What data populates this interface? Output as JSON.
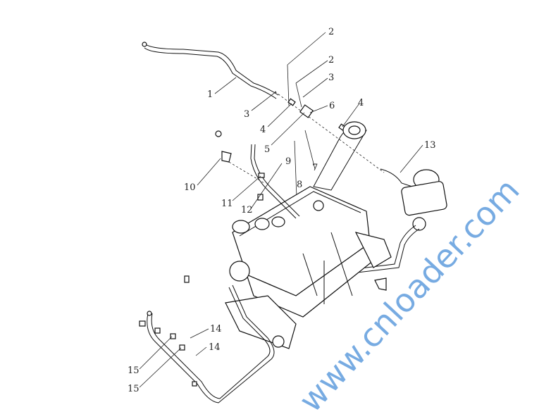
{
  "diagram": {
    "callouts": [
      {
        "id": "1",
        "text": "1"
      },
      {
        "id": "2a",
        "text": "2"
      },
      {
        "id": "2b",
        "text": "2"
      },
      {
        "id": "3a",
        "text": "3"
      },
      {
        "id": "3b",
        "text": "3"
      },
      {
        "id": "4a",
        "text": "4"
      },
      {
        "id": "4b",
        "text": "4"
      },
      {
        "id": "5",
        "text": "5"
      },
      {
        "id": "6",
        "text": "6"
      },
      {
        "id": "7",
        "text": "7"
      },
      {
        "id": "8",
        "text": "8"
      },
      {
        "id": "9",
        "text": "9"
      },
      {
        "id": "10",
        "text": "10"
      },
      {
        "id": "11",
        "text": "11"
      },
      {
        "id": "12",
        "text": "12"
      },
      {
        "id": "13",
        "text": "13"
      },
      {
        "id": "14a",
        "text": "14"
      },
      {
        "id": "14b",
        "text": "14"
      },
      {
        "id": "15a",
        "text": "15"
      },
      {
        "id": "15b",
        "text": "15"
      }
    ],
    "watermark": "www.cnloader.com",
    "watermark_color": "#4a90d9"
  }
}
